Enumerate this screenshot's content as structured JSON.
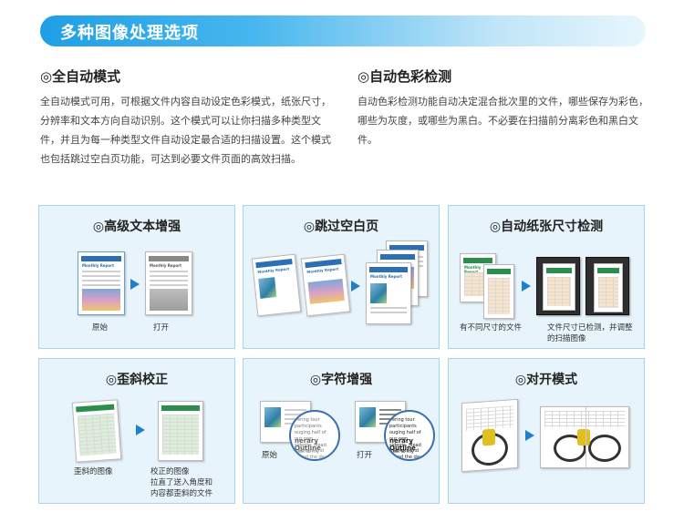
{
  "banner": {
    "title": "多种图像处理选项"
  },
  "sections": {
    "auto_mode": {
      "title": "◎全自动模式",
      "body": "全自动模式可用，可根据文件内容自动设定色彩模式，纸张尺寸，分辨率和文本方向自动识别。这个模式可以让你扫描多种类型文件，并且为每一种类型文件自动设定最合适的扫描设置。这个模式也包括跳过空白页功能，可达到必要文件页面的高效扫描。"
    },
    "auto_color": {
      "title": "◎自动色彩检测",
      "body": "自动色彩检测功能自动决定混合批次里的文件，哪些保存为彩色，哪些为灰度，或哪些为黑白。不必要在扫描前分离彩色和黑白文件。"
    }
  },
  "cards": {
    "text_enhance": {
      "title": "◎高级文本增强",
      "cap_left": "原始",
      "cap_right": "打开",
      "doc_header": "Monthly Report"
    },
    "skip_blank": {
      "title": "◎跳过空白页",
      "doc_header": "Monthly Report"
    },
    "paper_size": {
      "title": "◎自动纸张尺寸检测",
      "cap_left": "有不同尺寸的文件",
      "cap_right": "文件尺寸已检测，并调整的扫描图像",
      "doc_header": "Monthly Report"
    },
    "deskew": {
      "title": "◎歪斜校正",
      "cap_left": "歪斜的图像",
      "cap_right": "校正的图像\n拉直了送入角度和\n内容都歪斜的文件"
    },
    "char_enhance": {
      "title": "◎字符增强",
      "cap_left": "原始",
      "cap_right": "打开",
      "lens_lines": "vering tour participants\nouging half of our own\nsidents. Mead took to my",
      "lens_bold": "nerary Outline",
      "lens_foot": "r Athens and spend the day\nthe Acropolis in a"
    },
    "book_mode": {
      "title": "◎对开模式"
    }
  }
}
